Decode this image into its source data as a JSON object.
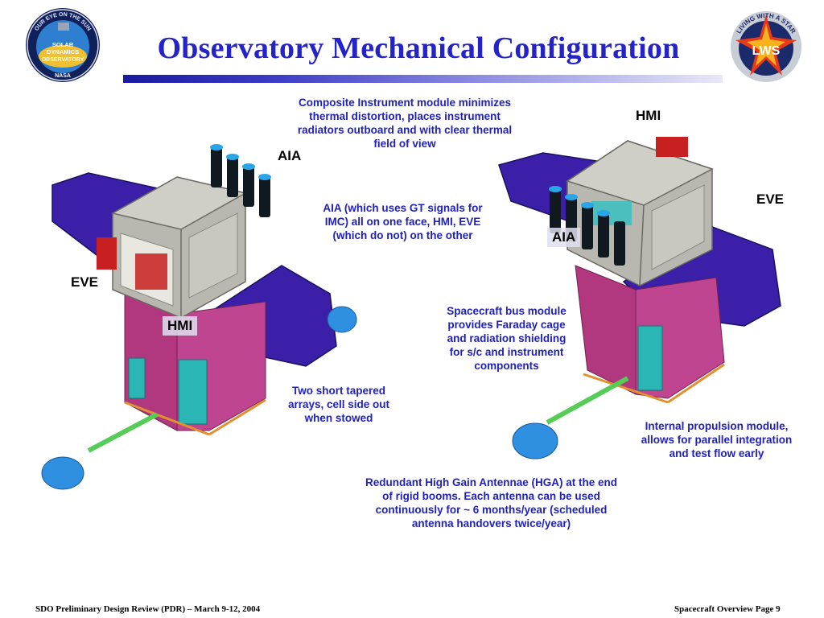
{
  "slide": {
    "title": "Observatory Mechanical Configuration"
  },
  "logos": {
    "sdo_ring": "OUR EYE ON THE SUN",
    "sdo_name_1": "SOLAR",
    "sdo_name_2": "DYNAMICS",
    "sdo_name_3": "OBSERVATORY",
    "sdo_agency": "NASA",
    "lws_ring": "LIVING WITH A STAR",
    "lws_center": "LWS"
  },
  "labels": {
    "left_aia": "AIA",
    "left_eve": "EVE",
    "left_hmi": "HMI",
    "right_hmi": "HMI",
    "right_eve": "EVE",
    "right_aia": "AIA"
  },
  "notes": {
    "composite": "Composite Instrument module minimizes thermal distortion, places instrument radiators outboard and with clear thermal field of view",
    "aia_signals": "AIA (which uses GT signals for IMC) all on one face, HMI, EVE (which do not) on the other",
    "bus_module": "Spacecraft bus module provides Faraday cage and radiation shielding for s/c and instrument components",
    "tapered_arrays": "Two short tapered arrays, cell side out when stowed",
    "propulsion": "Internal propulsion module, allows for parallel integration and test flow early",
    "hga": "Redundant High Gain Antennae (HGA) at the end of rigid booms. Each antenna can be used continuously for ~ 6 months/year (scheduled antenna handovers twice/year)"
  },
  "footer": {
    "left": "SDO Preliminary Design Review (PDR) – March 9-12, 2004",
    "right": "Spacecraft Overview Page 9"
  },
  "colors": {
    "title": "#2323c8",
    "note_text": "#2020c0",
    "solar_panel": "#3c1fa8",
    "bus_magenta": "#b1377f",
    "bus_cyan": "#2bb6b6",
    "frame_gray": "#b8b8b0",
    "antenna_blue": "#2f8fe0"
  }
}
